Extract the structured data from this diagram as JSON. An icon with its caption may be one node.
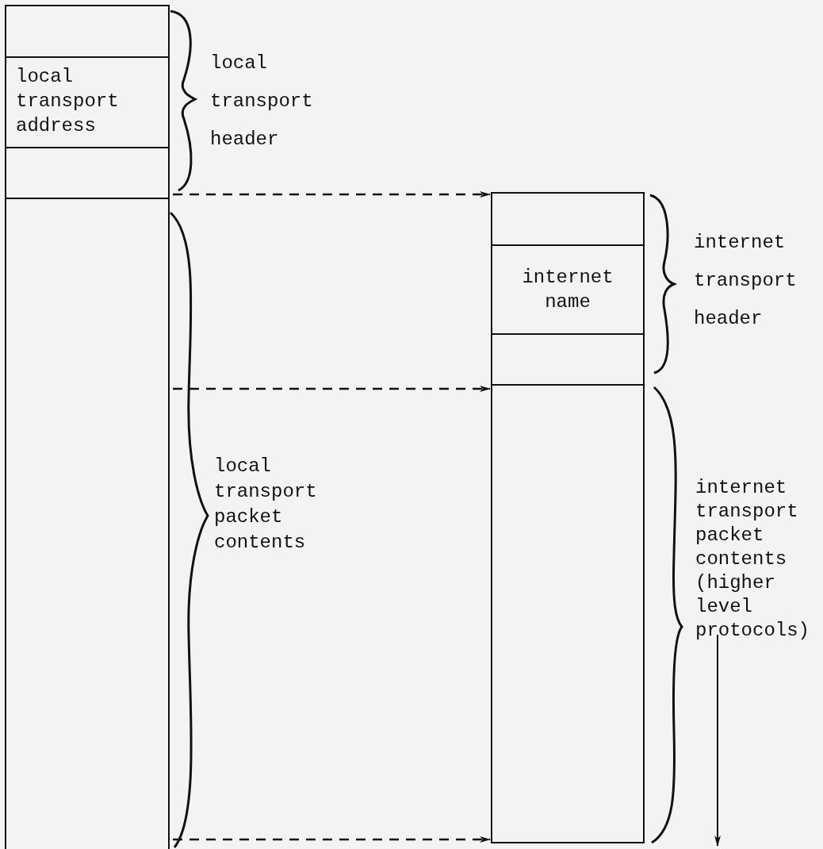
{
  "diagram": {
    "nodes": [
      {
        "text": [],
        "shape": "box"
      },
      {
        "text": [
          "local transport address"
        ]
      },
      {
        "text": [],
        "shape": "box"
      },
      {
        "text": [],
        "shape": "box"
      },
      {
        "text": [],
        "shape": "box"
      },
      {
        "text": [
          "internet name"
        ]
      },
      {
        "text": [],
        "shape": "box"
      },
      {
        "text": [],
        "shape": "box"
      }
    ],
    "edges": [
      {
        "from": 2,
        "to": 4,
        "arrow": "to",
        "style": "dashed"
      },
      {
        "from": 3,
        "to": 7,
        "arrow": "to",
        "style": "dashed"
      },
      {
        "from": 3,
        "to": 7,
        "arrow": "to",
        "style": "dashed"
      }
    ],
    "labels": [
      "local transport header",
      "local transport packet contents",
      "internet transport header",
      "internet transport packet contents (higher level protocols)"
    ]
  }
}
